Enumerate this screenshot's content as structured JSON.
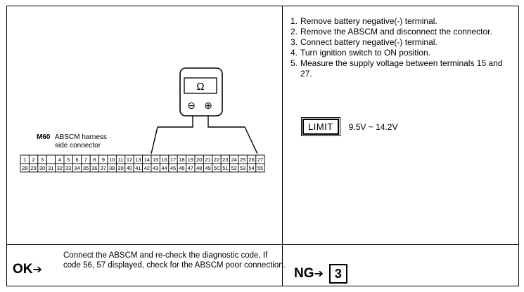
{
  "diagram": {
    "meter_symbol": "Ω",
    "minus_symbol": "⊖",
    "plus_symbol": "⊕",
    "connector_code": "M60",
    "connector_label_line1": "ABSCM harness",
    "connector_label_line2": "side connector",
    "top_row": [
      "1",
      "2",
      "3",
      "",
      "4",
      "5",
      "6",
      "7",
      "8",
      "9",
      "10",
      "11",
      "12",
      "13",
      "14",
      "15",
      "16",
      "17",
      "18",
      "19",
      "20",
      "21",
      "22",
      "23",
      "24",
      "25",
      "26",
      "27"
    ],
    "bottom_row": [
      "28",
      "29",
      "30",
      "31",
      "32",
      "33",
      "34",
      "35",
      "36",
      "37",
      "38",
      "39",
      "40",
      "41",
      "42",
      "43",
      "44",
      "45",
      "46",
      "47",
      "48",
      "49",
      "50",
      "51",
      "52",
      "53",
      "54",
      "55"
    ]
  },
  "steps": [
    {
      "num": "1.",
      "text": "Remove battery negative(-) terminal."
    },
    {
      "num": "2.",
      "text": "Remove the ABSCM and disconnect the connector."
    },
    {
      "num": "3.",
      "text": "Connect battery negative(-) terminal."
    },
    {
      "num": "4.",
      "text": "Turn ignition switch to ON position."
    },
    {
      "num": "5.",
      "text": "Measure the supply voltage between terminals 15 and 27."
    }
  ],
  "limit": {
    "label": "LIMIT",
    "value": "9.5V ~ 14.2V"
  },
  "ok": {
    "label": "OK",
    "arrow": "➔",
    "text": "Connect the ABSCM and re-check the diagnostic code, If code 56, 57 displayed, check for the ABSCM poor connection."
  },
  "ng": {
    "label": "NG",
    "arrow": "➔",
    "step": "3"
  }
}
